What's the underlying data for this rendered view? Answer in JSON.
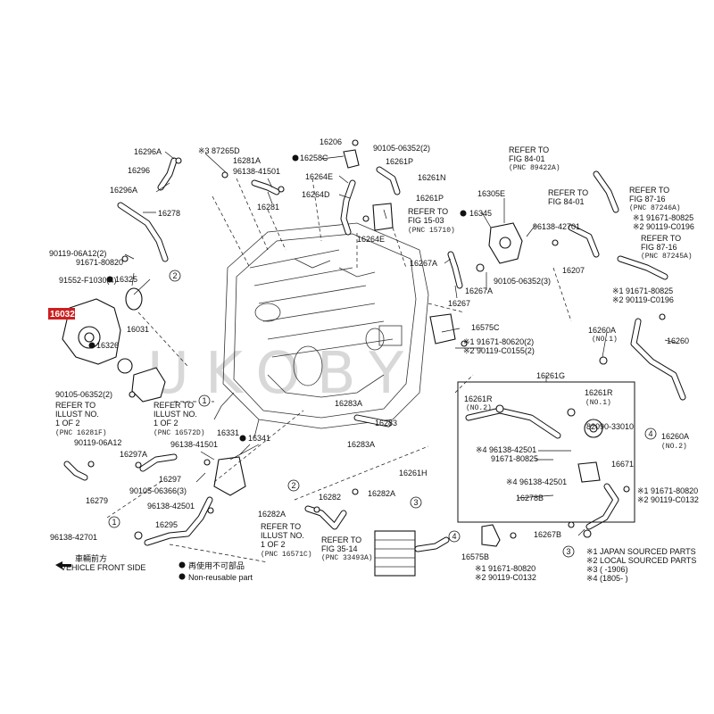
{
  "highlight": {
    "part": "16032",
    "color": "#cc1f1f"
  },
  "watermark": "UKOBY",
  "labels": {
    "l16296a_top": "16296A",
    "l16296": "16296",
    "l16296a_mid": "16296A",
    "l16278": "16278",
    "l90119_06a12_top": "90119-06A12(2)",
    "l91671_80820_top": "91671-80820",
    "l91552": "91552-F1030(4)",
    "l16325": "16325",
    "l16031": "16031",
    "l16326": "16326",
    "l87265d": "※3 87265D",
    "l16281a": "16281A",
    "l96138_41501_top": "96138-41501",
    "l16281": "16281",
    "l16206": "16206",
    "l90105_06352_top": "90105-06352(2)",
    "l16258c": "16258C",
    "l16261p": "16261P",
    "l16264e_top": "16264E",
    "l16261n": "16261N",
    "l16264d": "16264D",
    "l16261p_2": "16261P",
    "l16264e_bot": "16264E",
    "refer_1503_a": "REFER TO",
    "refer_1503_b": "FIG 15-03",
    "refer_1503_c": "(PNC 15710)",
    "l16345": "16345",
    "l16305e": "16305E",
    "refer_8401_top_a": "REFER TO",
    "refer_8401_top_b": "FIG 84-01",
    "refer_8401_top_c": "(PNC 89422A)",
    "refer_8401_mid_a": "REFER TO",
    "refer_8401_mid_b": "FIG 84-01",
    "l96138_42701_r": "96138-42701",
    "refer_8716_a": "REFER TO",
    "refer_8716_b": "FIG 87-16",
    "refer_8716_c": "(PNC 87246A)",
    "r_91671_80825_a": "※1 91671-80825",
    "r_90119_c0196_a": "※2 90119-C0196",
    "refer_8716b_a": "REFER TO",
    "refer_8716b_b": "FIG 87-16",
    "refer_8716b_c": "(PNC 87245A)",
    "l16267a_1": "16267A",
    "l16207": "16207",
    "l16267a_2": "16267A",
    "l90105_06352_3": "90105-06352(3)",
    "l16267": "16267",
    "r_91671_80825_b": "※1 91671-80825",
    "r_90119_c0196_b": "※2 90119-C0196",
    "l16575c": "16575C",
    "r_91671_80620": "※1 91671-80620(2)",
    "r_90119_c0155": "※2 90119-C0155(2)",
    "l16260a_1": "16260A",
    "l16260a_1b": "(NO.1)",
    "l16260": "16260",
    "l16032": "16032",
    "l90105_06352_2b": "90105-06352(2)",
    "refer_illust_a_1": "REFER TO",
    "refer_illust_a_2": "ILLUST NO.",
    "refer_illust_a_3": "1 OF 2",
    "refer_illust_a_4": "(PNC 16281F)",
    "refer_illust_b_1": "REFER TO",
    "refer_illust_b_2": "ILLUST NO.",
    "refer_illust_b_3": "1 OF 2",
    "refer_illust_b_4": "(PNC 16572D)",
    "l90119_06a12_b": "90119-06A12",
    "l16297a": "16297A",
    "l96138_41501_b": "96138-41501",
    "l16331": "16331",
    "l16341": "16341",
    "l16297": "16297",
    "l90105_06366": "90105-06366(3)",
    "l16279": "16279",
    "l96138_42501_a": "96138-42501",
    "l16283a_1": "16283A",
    "l16283": "16283",
    "l16283a_2": "16283A",
    "l16261h": "16261H",
    "l16261g": "16261G",
    "l16261r_no2": "16261R",
    "l16261r_no2b": "(NO.2)",
    "l16261r_no1": "16261R",
    "l16261r_no1b": "(NO.1)",
    "l82090": "82090-33010",
    "r4_96138_42501_a": "※4 96138-42501",
    "l91671_80825_g": "91671-80825",
    "l16671": "16671",
    "r4_96138_42501_b": "※4 96138-42501",
    "l16260a_2": "16260A",
    "l16260a_2b": "(NO.2)",
    "l16278b": "16278B",
    "l16267b": "16267B",
    "r_91671_80820_c": "※1 91671-80820",
    "r_90119_c0132_c": "※2 90119-C0132",
    "l96138_42701_l": "96138-42701",
    "l16295": "16295",
    "l16282a_1": "16282A",
    "l16282": "16282",
    "l16282a_2": "16282A",
    "refer_illust_c_1": "REFER TO",
    "refer_illust_c_2": "ILLUST NO.",
    "refer_illust_c_3": "1 OF 2",
    "refer_illust_c_4": "(PNC 16571C)",
    "refer_3514_a": "REFER TO",
    "refer_3514_b": "FIG 35-14",
    "refer_3514_c": "(PNC 33493A)",
    "l16575b": "16575B",
    "r_91671_80820_d": "※1 91671-80820",
    "r_90119_c0132_d": "※2 90119-C0132",
    "circle_1": "1",
    "circle_2": "2",
    "circle_3": "3",
    "circle_4": "4"
  },
  "legend": {
    "front_cn": "車輛前方",
    "front_en": "VEHICLE FRONT SIDE",
    "reuse_cn": "再使用不可部品",
    "reuse_en": "Non-reusable part",
    "src1": "※1  JAPAN SOURCED PARTS",
    "src2": "※2  LOCAL SOURCED PARTS",
    "src3": "※3 (       -1906)",
    "src4": "※4 (1805-       )"
  }
}
